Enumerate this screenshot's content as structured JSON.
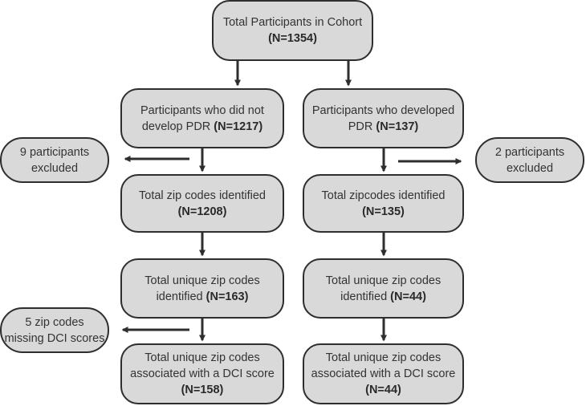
{
  "top": {
    "line1": "Total Participants in Cohort",
    "count": "(N=1354)"
  },
  "left": {
    "group": {
      "line1": "Participants who did not",
      "line2": "develop PDR",
      "count": "(N=1217)"
    },
    "excluded": {
      "line1": "9 participants",
      "line2": "excluded"
    },
    "zip_total": {
      "line1": "Total zip codes identified",
      "count": "(N=1208)"
    },
    "zip_unique": {
      "line1": "Total unique zip codes",
      "line2": "identified",
      "count": "(N=163)"
    },
    "missing": {
      "line1": "5 zip codes",
      "line2": "missing DCI scores"
    },
    "dci": {
      "line1": "Total unique zip codes",
      "line2": "associated with a DCI score",
      "count": "(N=158)"
    }
  },
  "right": {
    "group": {
      "line1": "Participants who developed",
      "line2": "PDR",
      "count": "(N=137)"
    },
    "excluded": {
      "line1": "2 participants",
      "line2": "excluded"
    },
    "zip_total": {
      "line1": "Total zipcodes identified",
      "count": "(N=135)"
    },
    "zip_unique": {
      "line1": "Total unique zip codes",
      "line2": "identified",
      "count": "(N=44)"
    },
    "dci": {
      "line1": "Total unique zip codes",
      "line2": "associated with a DCI score",
      "count": "(N=44)"
    }
  },
  "colors": {
    "box_fill": "#d9d9d9",
    "border": "#2e2e2e",
    "arrow": "#2e2e2e"
  }
}
